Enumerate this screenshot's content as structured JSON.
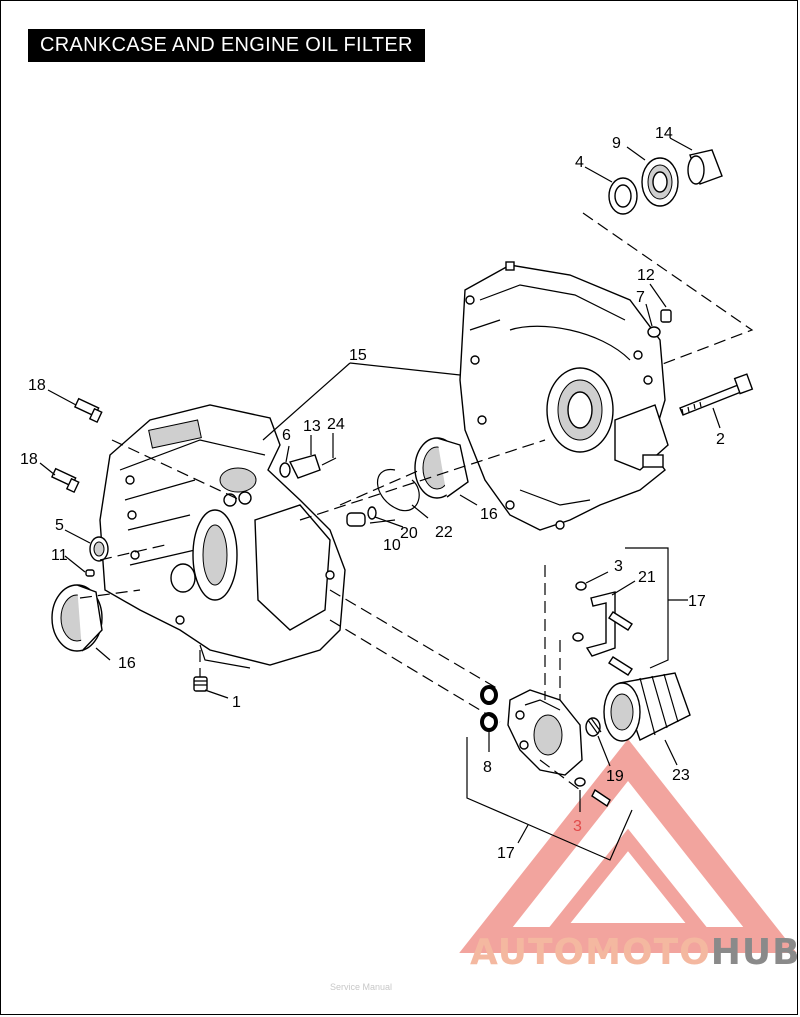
{
  "title": "CRANKCASE AND ENGINE OIL FILTER",
  "callouts": [
    {
      "id": "c1",
      "text": "1"
    },
    {
      "id": "c2",
      "text": "2"
    },
    {
      "id": "c3a",
      "text": "3"
    },
    {
      "id": "c3b",
      "text": "3"
    },
    {
      "id": "c4",
      "text": "4"
    },
    {
      "id": "c5",
      "text": "5"
    },
    {
      "id": "c6",
      "text": "6"
    },
    {
      "id": "c7",
      "text": "7"
    },
    {
      "id": "c8",
      "text": "8"
    },
    {
      "id": "c9",
      "text": "9"
    },
    {
      "id": "c10",
      "text": "10"
    },
    {
      "id": "c11",
      "text": "11"
    },
    {
      "id": "c12",
      "text": "12"
    },
    {
      "id": "c13",
      "text": "13"
    },
    {
      "id": "c14",
      "text": "14"
    },
    {
      "id": "c15",
      "text": "15"
    },
    {
      "id": "c16a",
      "text": "16"
    },
    {
      "id": "c16b",
      "text": "16"
    },
    {
      "id": "c17a",
      "text": "17"
    },
    {
      "id": "c17b",
      "text": "17"
    },
    {
      "id": "c18a",
      "text": "18"
    },
    {
      "id": "c18b",
      "text": "18"
    },
    {
      "id": "c19",
      "text": "19"
    },
    {
      "id": "c20",
      "text": "20"
    },
    {
      "id": "c21",
      "text": "21"
    },
    {
      "id": "c22",
      "text": "22"
    },
    {
      "id": "c23",
      "text": "23"
    },
    {
      "id": "c24",
      "text": "24"
    }
  ],
  "watermark": {
    "part1": "AUTO",
    "part2": "MOTO",
    "part3": "HUB",
    "accent": "#e85a4f",
    "gray": "#8a8a8a"
  },
  "footer": "Service Manual"
}
